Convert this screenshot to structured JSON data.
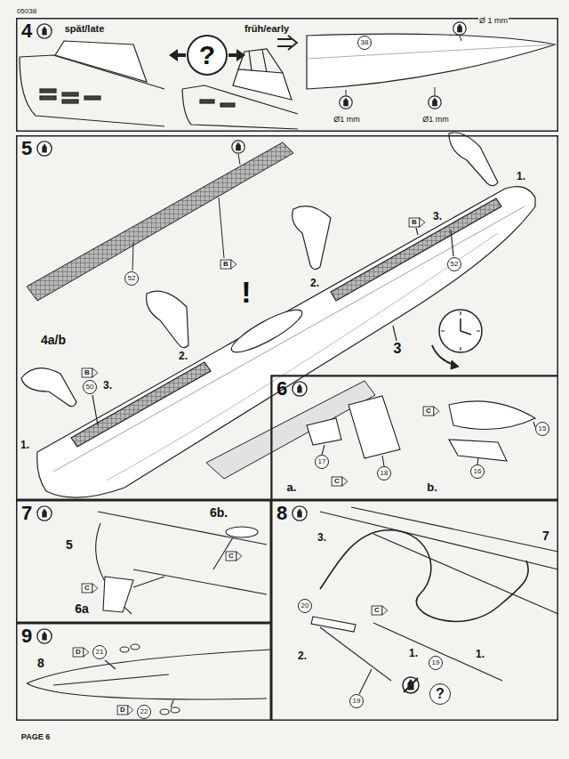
{
  "diagram": {
    "nodes": [
      {
        "text": [
          "4"
        ]
      },
      {
        "text": [
          "?"
        ],
        "in": 0
      },
      {
        "text": [
          "38"
        ],
        "in": 0
      },
      {
        "text": [
          "5"
        ]
      },
      {
        "text": [
          "52"
        ],
        "in": 3
      },
      {
        "text": [
          "52"
        ],
        "in": 3
      },
      {
        "text": [
          "50"
        ],
        "in": 3
      },
      {
        "text": [
          "6"
        ]
      },
      {
        "text": [
          "17"
        ],
        "in": 7
      },
      {
        "text": [
          "18"
        ],
        "in": 7
      },
      {
        "text": [
          "15"
        ],
        "in": 7
      },
      {
        "text": [
          "16"
        ],
        "in": 7
      },
      {
        "text": [
          "7"
        ]
      },
      {
        "text": [
          "8"
        ]
      },
      {
        "text": [
          "20"
        ],
        "in": 13
      },
      {
        "text": [
          "19"
        ],
        "in": 13
      },
      {
        "text": [
          "19"
        ],
        "in": 13
      },
      {
        "text": [
          "?"
        ],
        "in": 13
      },
      {
        "text": [
          "9"
        ]
      },
      {
        "text": [
          "21"
        ],
        "in": 18
      },
      {
        "text": [
          "22"
        ],
        "in": 18
      }
    ],
    "labels": [
      "05038",
      "spät/late",
      "früh/early",
      "Ø 1 mm",
      "Ø1 mm",
      "Ø1 mm",
      "B",
      "B",
      "3.",
      "1.",
      "2.",
      "!",
      "3",
      "4a/b",
      "B",
      "3.",
      "2.",
      "1.",
      "C",
      "a.",
      "C",
      "b.",
      "6b.",
      "5",
      "C",
      "C",
      "6a",
      "7",
      "3.",
      "C",
      "2.",
      "1.",
      "1.",
      "8",
      "D",
      "D",
      "PAGE 6"
    ]
  }
}
